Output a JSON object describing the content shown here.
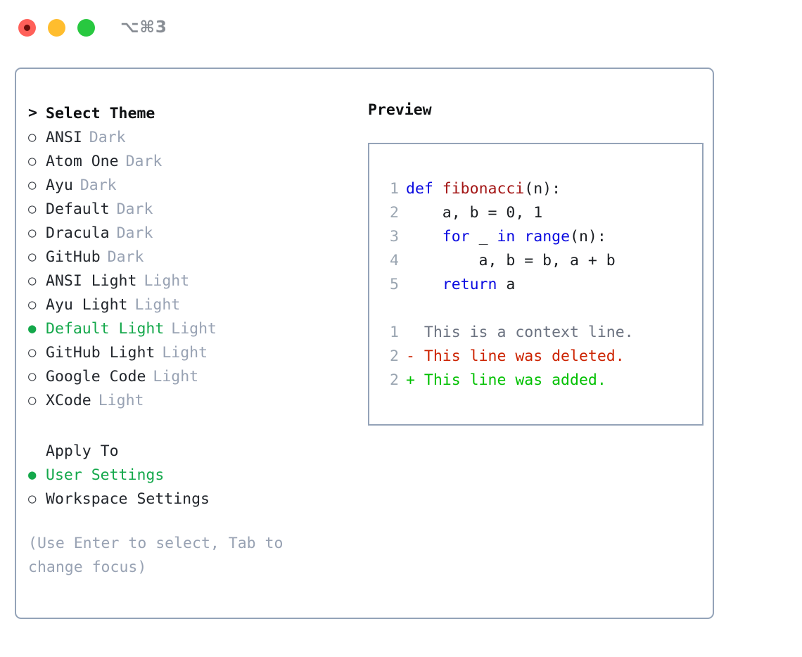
{
  "titlebar": {
    "shortcut": "⌥⌘3",
    "buttons": [
      {
        "name": "close",
        "color": "#ff6059"
      },
      {
        "name": "minimize",
        "color": "#ffbd2e"
      },
      {
        "name": "maximize",
        "color": "#28c840"
      }
    ]
  },
  "theme_picker": {
    "header_marker": ">",
    "header": "Select Theme",
    "unselected_marker": "○",
    "selected_marker": "●",
    "items": [
      {
        "name": "ANSI",
        "tag": "Dark",
        "selected": false
      },
      {
        "name": "Atom One",
        "tag": "Dark",
        "selected": false
      },
      {
        "name": "Ayu",
        "tag": "Dark",
        "selected": false
      },
      {
        "name": "Default",
        "tag": "Dark",
        "selected": false
      },
      {
        "name": "Dracula",
        "tag": "Dark",
        "selected": false
      },
      {
        "name": "GitHub",
        "tag": "Dark",
        "selected": false
      },
      {
        "name": "ANSI Light",
        "tag": "Light",
        "selected": false
      },
      {
        "name": "Ayu Light",
        "tag": "Light",
        "selected": false
      },
      {
        "name": "Default Light",
        "tag": "Light",
        "selected": true
      },
      {
        "name": "GitHub Light",
        "tag": "Light",
        "selected": false
      },
      {
        "name": "Google Code",
        "tag": "Light",
        "selected": false
      },
      {
        "name": "XCode",
        "tag": "Light",
        "selected": false
      }
    ]
  },
  "apply_to": {
    "header": "Apply To",
    "items": [
      {
        "name": "User Settings",
        "selected": true
      },
      {
        "name": "Workspace Settings",
        "selected": false
      }
    ]
  },
  "hint": "(Use Enter to select, Tab to change focus)",
  "preview": {
    "title": "Preview",
    "code_lines": [
      {
        "no": "1",
        "tokens": [
          {
            "t": "def",
            "c": "kw"
          },
          {
            "t": " ",
            "c": "code"
          },
          {
            "t": "fibonacci",
            "c": "fn"
          },
          {
            "t": "(n):",
            "c": "code"
          }
        ]
      },
      {
        "no": "2",
        "tokens": [
          {
            "t": "    a, b = 0, 1",
            "c": "code"
          }
        ]
      },
      {
        "no": "3",
        "tokens": [
          {
            "t": "    ",
            "c": "code"
          },
          {
            "t": "for",
            "c": "kw"
          },
          {
            "t": " _ ",
            "c": "code"
          },
          {
            "t": "in",
            "c": "kw"
          },
          {
            "t": " ",
            "c": "code"
          },
          {
            "t": "range",
            "c": "kw"
          },
          {
            "t": "(n):",
            "c": "code"
          }
        ]
      },
      {
        "no": "4",
        "tokens": [
          {
            "t": "        a, b = b, a + b",
            "c": "code"
          }
        ]
      },
      {
        "no": "5",
        "tokens": [
          {
            "t": "    ",
            "c": "code"
          },
          {
            "t": "return",
            "c": "kw"
          },
          {
            "t": " a",
            "c": "code"
          }
        ]
      }
    ],
    "diff_lines": [
      {
        "no": "1",
        "text": "  This is a context line.",
        "c": "ctx"
      },
      {
        "no": "2",
        "text": "- This line was deleted.",
        "c": "del"
      },
      {
        "no": "2",
        "text": "+ This line was added.",
        "c": "add"
      }
    ]
  },
  "colors": {
    "border": "#94a3b8",
    "selected_green": "#14a84b",
    "tag_gray": "#98a2b3",
    "keyword_blue": "#0a0ae0",
    "function_red": "#a31515",
    "diff_delete": "#cc2200",
    "diff_add": "#00c000"
  }
}
